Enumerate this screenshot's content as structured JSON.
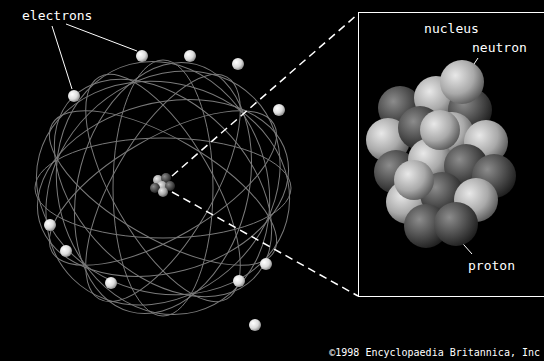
{
  "diagram": {
    "nodes": [
      {
        "text": [
          "nucleus"
        ]
      }
    ],
    "labels": [
      "electrons",
      "neutron",
      "proton",
      "©1998 Encyclopaedia Britannica, Inc"
    ]
  }
}
